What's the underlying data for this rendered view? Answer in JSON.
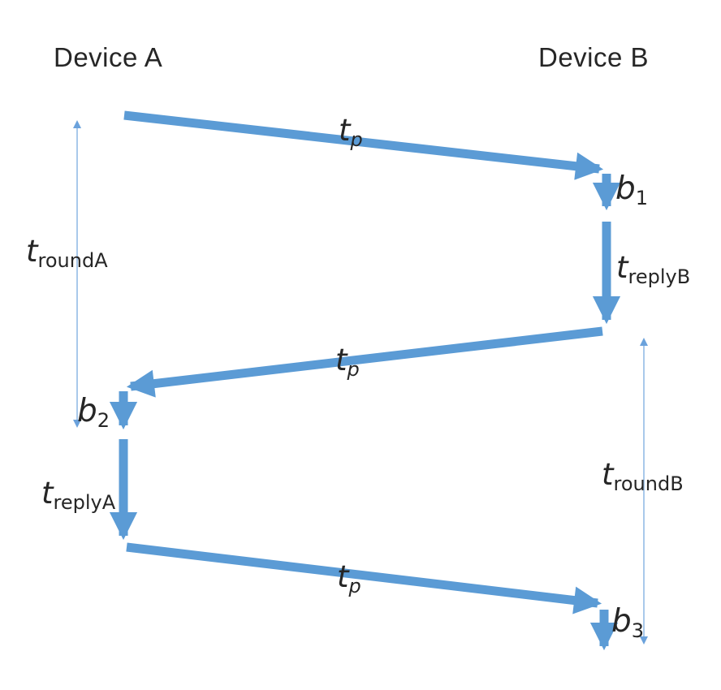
{
  "diagram": {
    "title_left": "Device A",
    "title_right": "Device B",
    "colors": {
      "arrow_thick": "#5B9BD5",
      "arrow_thin_line": "#A9C9EB",
      "arrow_thin_head": "#6BA2DC",
      "text": "#262626"
    },
    "labels": {
      "tp1": {
        "base": "t",
        "sub": "p"
      },
      "tp2": {
        "base": "t",
        "sub": "p"
      },
      "tp3": {
        "base": "t",
        "sub": "p"
      },
      "b1": {
        "base": "b",
        "sub": "1"
      },
      "b2": {
        "base": "b",
        "sub": "2"
      },
      "b3": {
        "base": "b",
        "sub": "3"
      },
      "treplyB": {
        "base": "t",
        "sub": "replyB"
      },
      "treplyA": {
        "base": "t",
        "sub": "replyA"
      },
      "troundA": {
        "base": "t",
        "sub": "roundA"
      },
      "troundB": {
        "base": "t",
        "sub": "roundB"
      }
    }
  }
}
